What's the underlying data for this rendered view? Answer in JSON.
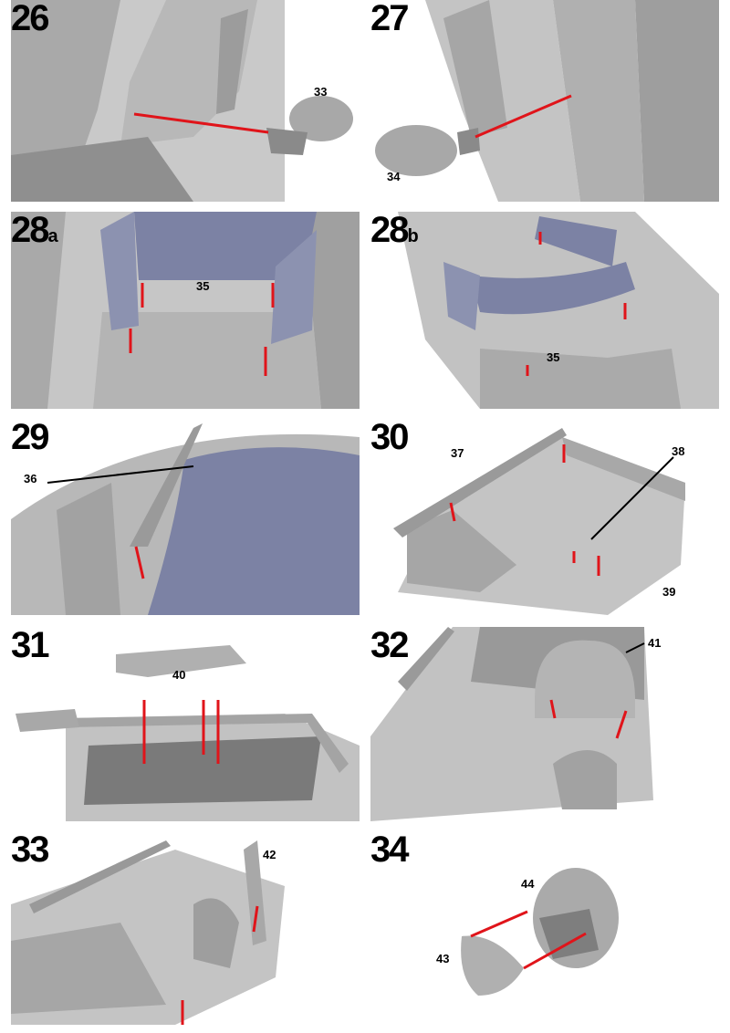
{
  "steps": [
    {
      "number": "26",
      "sub": "",
      "parts": [
        "33"
      ]
    },
    {
      "number": "27",
      "sub": "",
      "parts": [
        "34"
      ]
    },
    {
      "number": "28",
      "sub": "a",
      "parts": [
        "35"
      ]
    },
    {
      "number": "28",
      "sub": "b",
      "parts": [
        "35"
      ]
    },
    {
      "number": "29",
      "sub": "",
      "parts": [
        "36"
      ]
    },
    {
      "number": "30",
      "sub": "",
      "parts": [
        "37",
        "38",
        "39"
      ]
    },
    {
      "number": "31",
      "sub": "",
      "parts": [
        "40"
      ]
    },
    {
      "number": "32",
      "sub": "",
      "parts": [
        "41"
      ]
    },
    {
      "number": "33",
      "sub": "",
      "parts": [
        "42"
      ]
    },
    {
      "number": "34",
      "sub": "",
      "parts": [
        "44",
        "43"
      ]
    }
  ],
  "colors": {
    "part_gray": "#b4b4b4",
    "panel_blue": "#7c82a4",
    "guide_red": "#e0141a"
  }
}
